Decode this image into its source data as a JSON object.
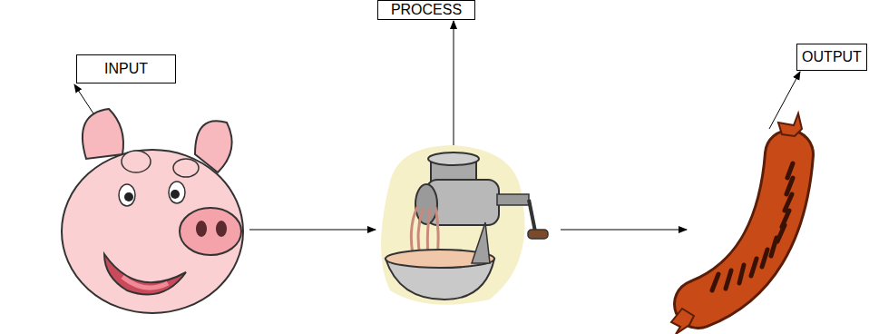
{
  "diagram": {
    "nodes": [
      {
        "text": [
          "INPUT"
        ]
      },
      {
        "text": [
          "PROCESS"
        ]
      },
      {
        "text": [
          "OUTPUT"
        ]
      }
    ]
  }
}
